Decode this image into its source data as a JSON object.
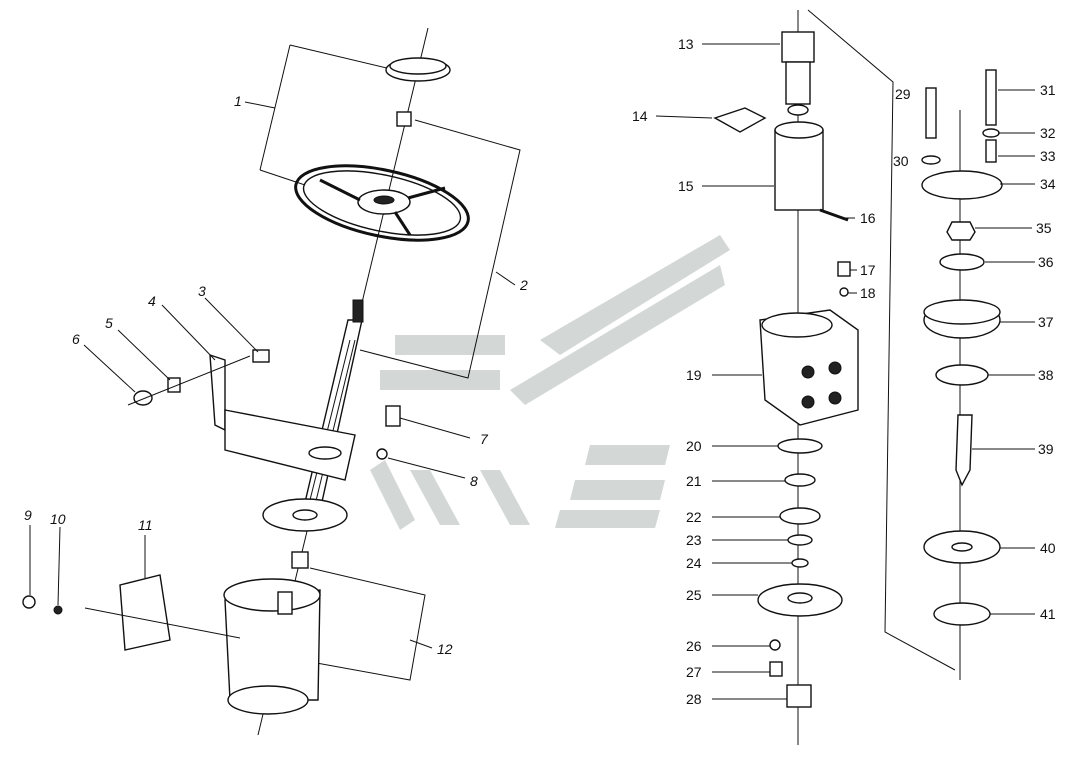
{
  "labels_left": [
    {
      "id": "1",
      "text": "1"
    },
    {
      "id": "2",
      "text": "2"
    },
    {
      "id": "3",
      "text": "3"
    },
    {
      "id": "4",
      "text": "4"
    },
    {
      "id": "5",
      "text": "5"
    },
    {
      "id": "6",
      "text": "6"
    },
    {
      "id": "7",
      "text": "7"
    },
    {
      "id": "8",
      "text": "8"
    },
    {
      "id": "9",
      "text": "9"
    },
    {
      "id": "10",
      "text": "10"
    },
    {
      "id": "11",
      "text": "11"
    },
    {
      "id": "12",
      "text": "12"
    }
  ],
  "labels_right": [
    {
      "id": "13",
      "text": "13"
    },
    {
      "id": "14",
      "text": "14"
    },
    {
      "id": "15",
      "text": "15"
    },
    {
      "id": "16",
      "text": "16"
    },
    {
      "id": "17",
      "text": "17"
    },
    {
      "id": "18",
      "text": "18"
    },
    {
      "id": "19",
      "text": "19"
    },
    {
      "id": "20",
      "text": "20"
    },
    {
      "id": "21",
      "text": "21"
    },
    {
      "id": "22",
      "text": "22"
    },
    {
      "id": "23",
      "text": "23"
    },
    {
      "id": "24",
      "text": "24"
    },
    {
      "id": "25",
      "text": "25"
    },
    {
      "id": "26",
      "text": "26"
    },
    {
      "id": "27",
      "text": "27"
    },
    {
      "id": "28",
      "text": "28"
    },
    {
      "id": "29",
      "text": "29"
    },
    {
      "id": "30",
      "text": "30"
    },
    {
      "id": "31",
      "text": "31"
    },
    {
      "id": "32",
      "text": "32"
    },
    {
      "id": "33",
      "text": "33"
    },
    {
      "id": "34",
      "text": "34"
    },
    {
      "id": "35",
      "text": "35"
    },
    {
      "id": "36",
      "text": "36"
    },
    {
      "id": "37",
      "text": "37"
    },
    {
      "id": "38",
      "text": "38"
    },
    {
      "id": "39",
      "text": "39"
    },
    {
      "id": "40",
      "text": "40"
    },
    {
      "id": "41",
      "text": "41"
    }
  ]
}
